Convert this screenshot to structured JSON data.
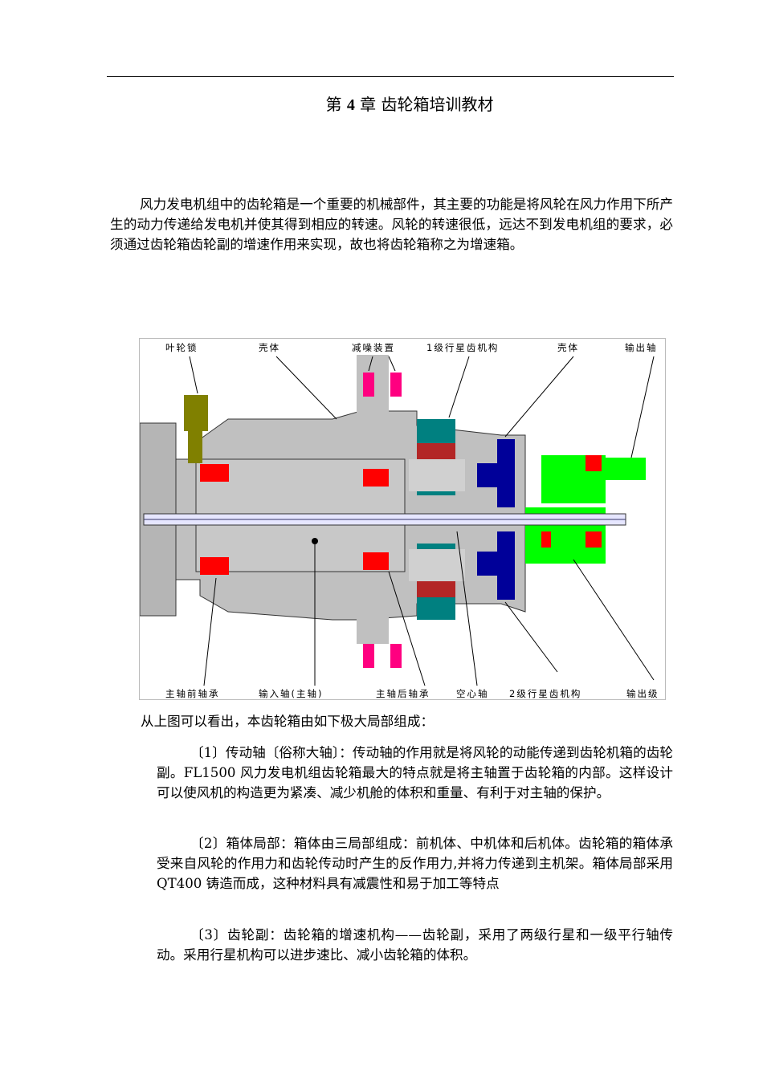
{
  "header": {
    "chapter_prefix": "第",
    "chapter_number": "4",
    "chapter_suffix": "章  齿轮箱培训教材"
  },
  "intro": "风力发电机组中的齿轮箱是一个重要的机械部件，其主要的功能是将风轮在风力作用下所产生的动力传递给发电机并使其得到相应的转速。风轮的转速很低，远达不到发电机组的要求，必须通过齿轮箱齿轮副的增速作用来实现，故也将齿轮箱称之为增速箱。",
  "figure": {
    "top_labels": [
      "叶轮锁",
      "壳体",
      "减噪装置",
      "1级行星齿机构",
      "壳体",
      "输出轴"
    ],
    "bottom_labels": [
      "主轴前轴承",
      "输入轴(主轴)",
      "主轴后轴承",
      "空心轴",
      "2级行星齿机构",
      "输出级"
    ],
    "colors": {
      "bearing": "#ff0000",
      "planet1": "#008080",
      "planet2": "#000099",
      "output": "#00ff00",
      "damper": "#ff0080",
      "housing": "#c0c0c0"
    }
  },
  "caption": "从上图可以看出，本齿轮箱由如下极大局部组成：",
  "items": [
    "〔1〕传动轴〔俗称大轴〕：传动轴的作用就是将风轮的动能传递到齿轮机箱的齿轮副。FL1500 风力发电机组齿轮箱最大的特点就是将主轴置于齿轮箱的内部。这样设计可以使风机的构造更为紧凑、减少机舱的体积和重量、有利于对主轴的保护。",
    "〔2〕箱体局部：箱体由三局部组成：前机体、中机体和后机体。齿轮箱的箱体承受来自风轮的作用力和齿轮传动时产生的反作用力,并将力传递到主机架。箱体局部采用 QT400 铸造而成，这种材料具有减震性和易于加工等特点",
    "〔3〕齿轮副：齿轮箱的增速机构——齿轮副，采用了两级行星和一级平行轴传动。采用行星机构可以进步速比、减小齿轮箱的体积。"
  ]
}
